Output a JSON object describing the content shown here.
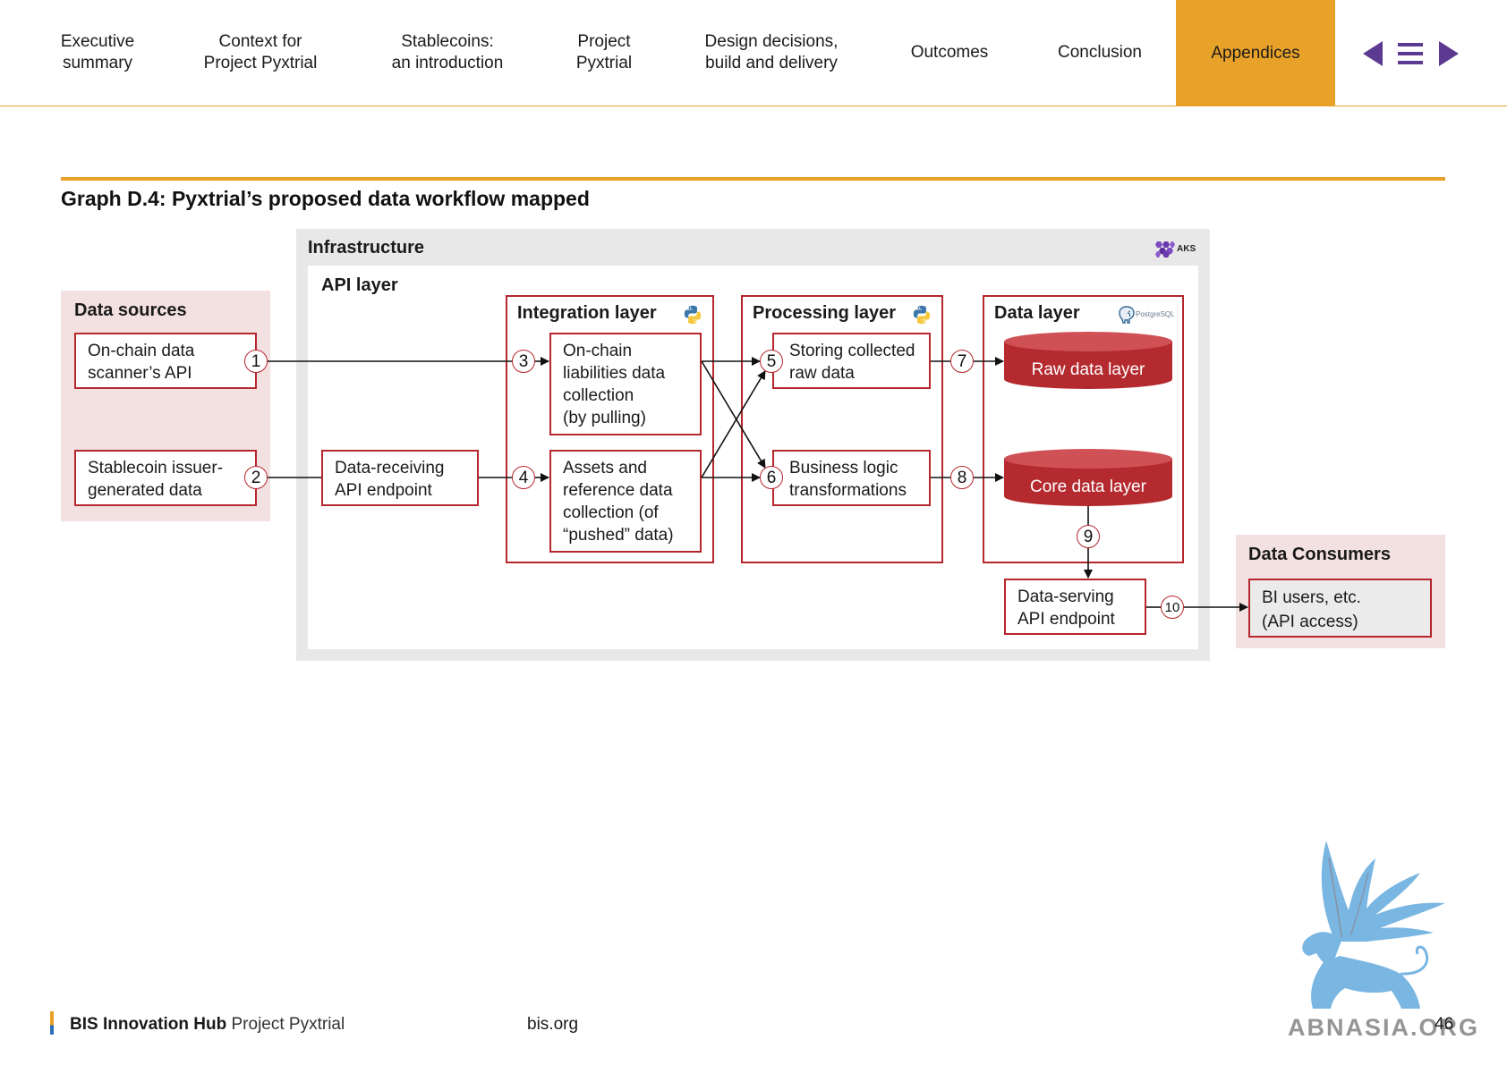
{
  "nav": {
    "items": [
      {
        "lines": [
          "Executive",
          "summary"
        ]
      },
      {
        "lines": [
          "Context for",
          "Project Pyxtrial"
        ]
      },
      {
        "lines": [
          "Stablecoins:",
          "an introduction"
        ]
      },
      {
        "lines": [
          "Project",
          "Pyxtrial"
        ]
      },
      {
        "lines": [
          "Design decisions,",
          "build and delivery"
        ]
      },
      {
        "lines": [
          "Outcomes"
        ]
      },
      {
        "lines": [
          "Conclusion"
        ]
      },
      {
        "lines": [
          "Appendices"
        ],
        "active": true
      }
    ],
    "controls": {
      "prev_icon": "triangle-left-icon",
      "menu_icon": "hamburger-menu-icon",
      "next_icon": "triangle-right-icon"
    }
  },
  "graph": {
    "title": "Graph D.4: Pyxtrial’s proposed data workflow mapped",
    "infrastructure": {
      "label": "Infrastructure",
      "badge": "AKS",
      "icon": "kubernetes-cluster-icon"
    },
    "data_sources": {
      "label": "Data sources",
      "items": [
        {
          "step": "1",
          "lines": [
            "On-chain data",
            "scanner’s API"
          ]
        },
        {
          "step": "2",
          "lines": [
            "Stablecoin issuer-",
            "generated data"
          ]
        }
      ]
    },
    "api_layer": {
      "label": "API layer",
      "endpoint": {
        "lines": [
          "Data-receiving",
          "API endpoint"
        ]
      }
    },
    "integration_layer": {
      "label": "Integration layer",
      "icon": "python-icon",
      "boxes": [
        {
          "step": "3",
          "lines": [
            "On-chain",
            "liabilities data",
            "collection",
            "(by pulling)"
          ]
        },
        {
          "step": "4",
          "lines": [
            "Assets and",
            "reference data",
            "collection (of",
            "“pushed” data)"
          ]
        }
      ]
    },
    "processing_layer": {
      "label": "Processing layer",
      "icon": "python-icon",
      "boxes": [
        {
          "step": "5",
          "lines": [
            "Storing collected",
            "raw data"
          ]
        },
        {
          "step": "6",
          "lines": [
            "Business logic",
            "transformations"
          ]
        }
      ]
    },
    "data_layer": {
      "label": "Data layer",
      "icon": "postgresql-icon",
      "logo_text": "PostgreSQL",
      "stores": [
        {
          "step": "7",
          "label": "Raw data layer"
        },
        {
          "step": "8",
          "label": "Core data layer"
        }
      ],
      "out_step": "9"
    },
    "serving_endpoint": {
      "step": "10",
      "lines": [
        "Data-serving",
        "API endpoint"
      ]
    },
    "data_consumers": {
      "label": "Data Consumers",
      "box": {
        "lines": [
          "BI users, etc.",
          "(API access)"
        ]
      }
    }
  },
  "footer": {
    "org": "BIS Innovation Hub",
    "project": "Project Pyxtrial",
    "site": "bis.org",
    "page": "46"
  },
  "watermark": {
    "text": "ABNASIA.ORG"
  },
  "colors": {
    "accent": "#E9A229",
    "nav_controls": "#5C3A91",
    "diagram_border": "#B5272D",
    "pink_panel": "#F3E0E1",
    "infrastructure_bg": "#E8E8E8",
    "cylinder_body": "#B42A2F",
    "cylinder_top": "#CF5156",
    "watermark": "#79B6E2"
  }
}
